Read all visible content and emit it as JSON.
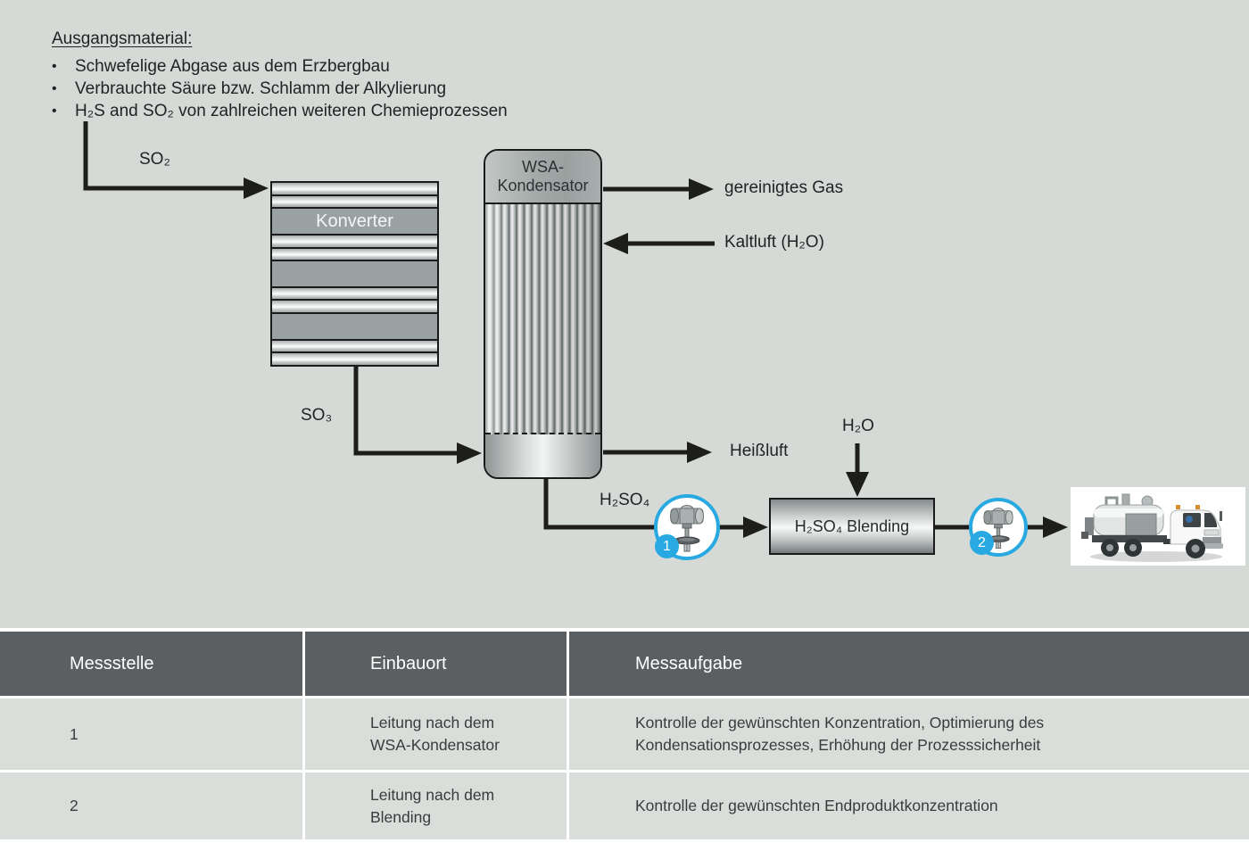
{
  "colors": {
    "background": "#d6dad7",
    "accent_blue": "#29a9e1",
    "table_header_gray": "#5b5f61",
    "line_black": "#1d1d1b"
  },
  "intro": {
    "title": "Ausgangsmaterial:",
    "bullet_glyph": "•",
    "bullets": [
      "Schwefelige Abgase aus dem Erzbergbau",
      "Verbrauchte Säure bzw. Schlamm der Alkylierung",
      "H₂S and SO₂ von zahlreichen weiteren Chemieprozessen"
    ]
  },
  "diagram": {
    "labels": {
      "so2": "SO₂",
      "so3": "SO₃",
      "cleaned_gas": "gereinigtes Gas",
      "cold_air": "Kaltluft (H₂O)",
      "hot_air": "Heißluft",
      "h2so4": "H₂SO₄",
      "h2o": "H₂O"
    },
    "equipment": {
      "converter": "Konverter",
      "condenser_line1": "WSA-",
      "condenser_line2": "Kondensator",
      "blending": "H₂SO₄ Blending"
    },
    "measure_points": [
      {
        "number": "1"
      },
      {
        "number": "2"
      }
    ]
  },
  "table": {
    "headers": [
      "Messstelle",
      "Einbauort",
      "Messaufgabe"
    ],
    "rows": [
      {
        "messstelle": "1",
        "einbauort": "Leitung nach dem WSA-Kondensator",
        "messaufgabe": "Kontrolle der gewünschten Konzentration, Optimierung des Kondensationsprozesses, Erhöhung der Prozesssicherheit"
      },
      {
        "messstelle": "2",
        "einbauort": "Leitung nach dem Blending",
        "messaufgabe": "Kontrolle der gewünschten Endproduktkonzentration"
      }
    ]
  }
}
